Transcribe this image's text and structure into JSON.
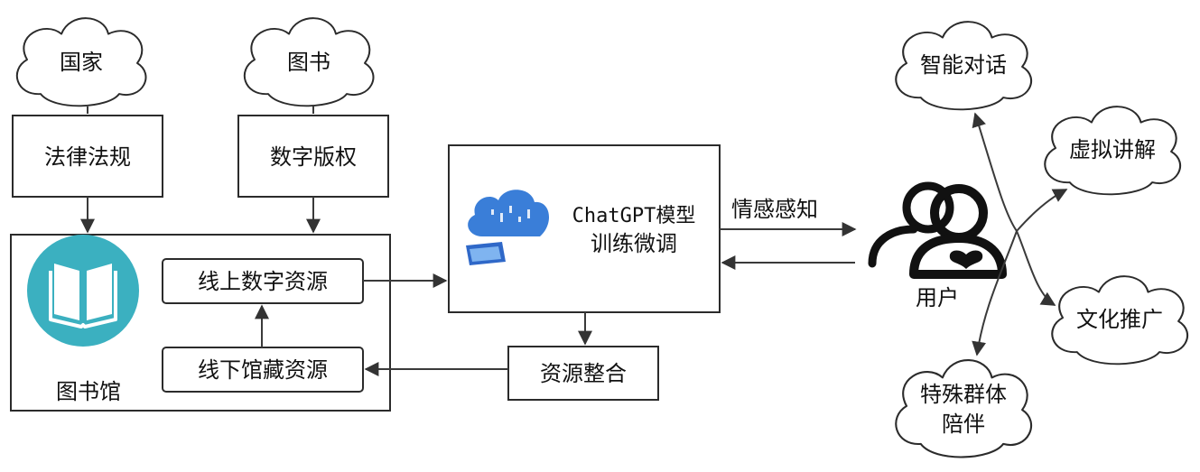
{
  "colors": {
    "book_icon_teal": "#3bb0c0",
    "cloud_blue": "#3a7ed8",
    "line": "#3a3a3a",
    "stroke": "#2b2b2b"
  },
  "sources": {
    "country": "国家",
    "books": "图书",
    "laws": "法律法规",
    "copyright": "数字版权"
  },
  "library": {
    "label": "图书馆",
    "online": "线上数字资源",
    "offline": "线下馆藏资源"
  },
  "model": {
    "line1": "ChatGPT模型",
    "line2": "训练微调"
  },
  "integration": "资源整合",
  "emotion": "情感感知",
  "user": {
    "label": "用户"
  },
  "services": {
    "chat": "智能对话",
    "virtual": "虚拟讲解",
    "culture": "文化推广",
    "special_line1": "特殊群体",
    "special_line2": "陪伴"
  },
  "icons": {
    "library": "open-book-icon",
    "cloud": "cloud-computing-icon",
    "device": "tablet-icon",
    "user": "users-heart-icon"
  }
}
